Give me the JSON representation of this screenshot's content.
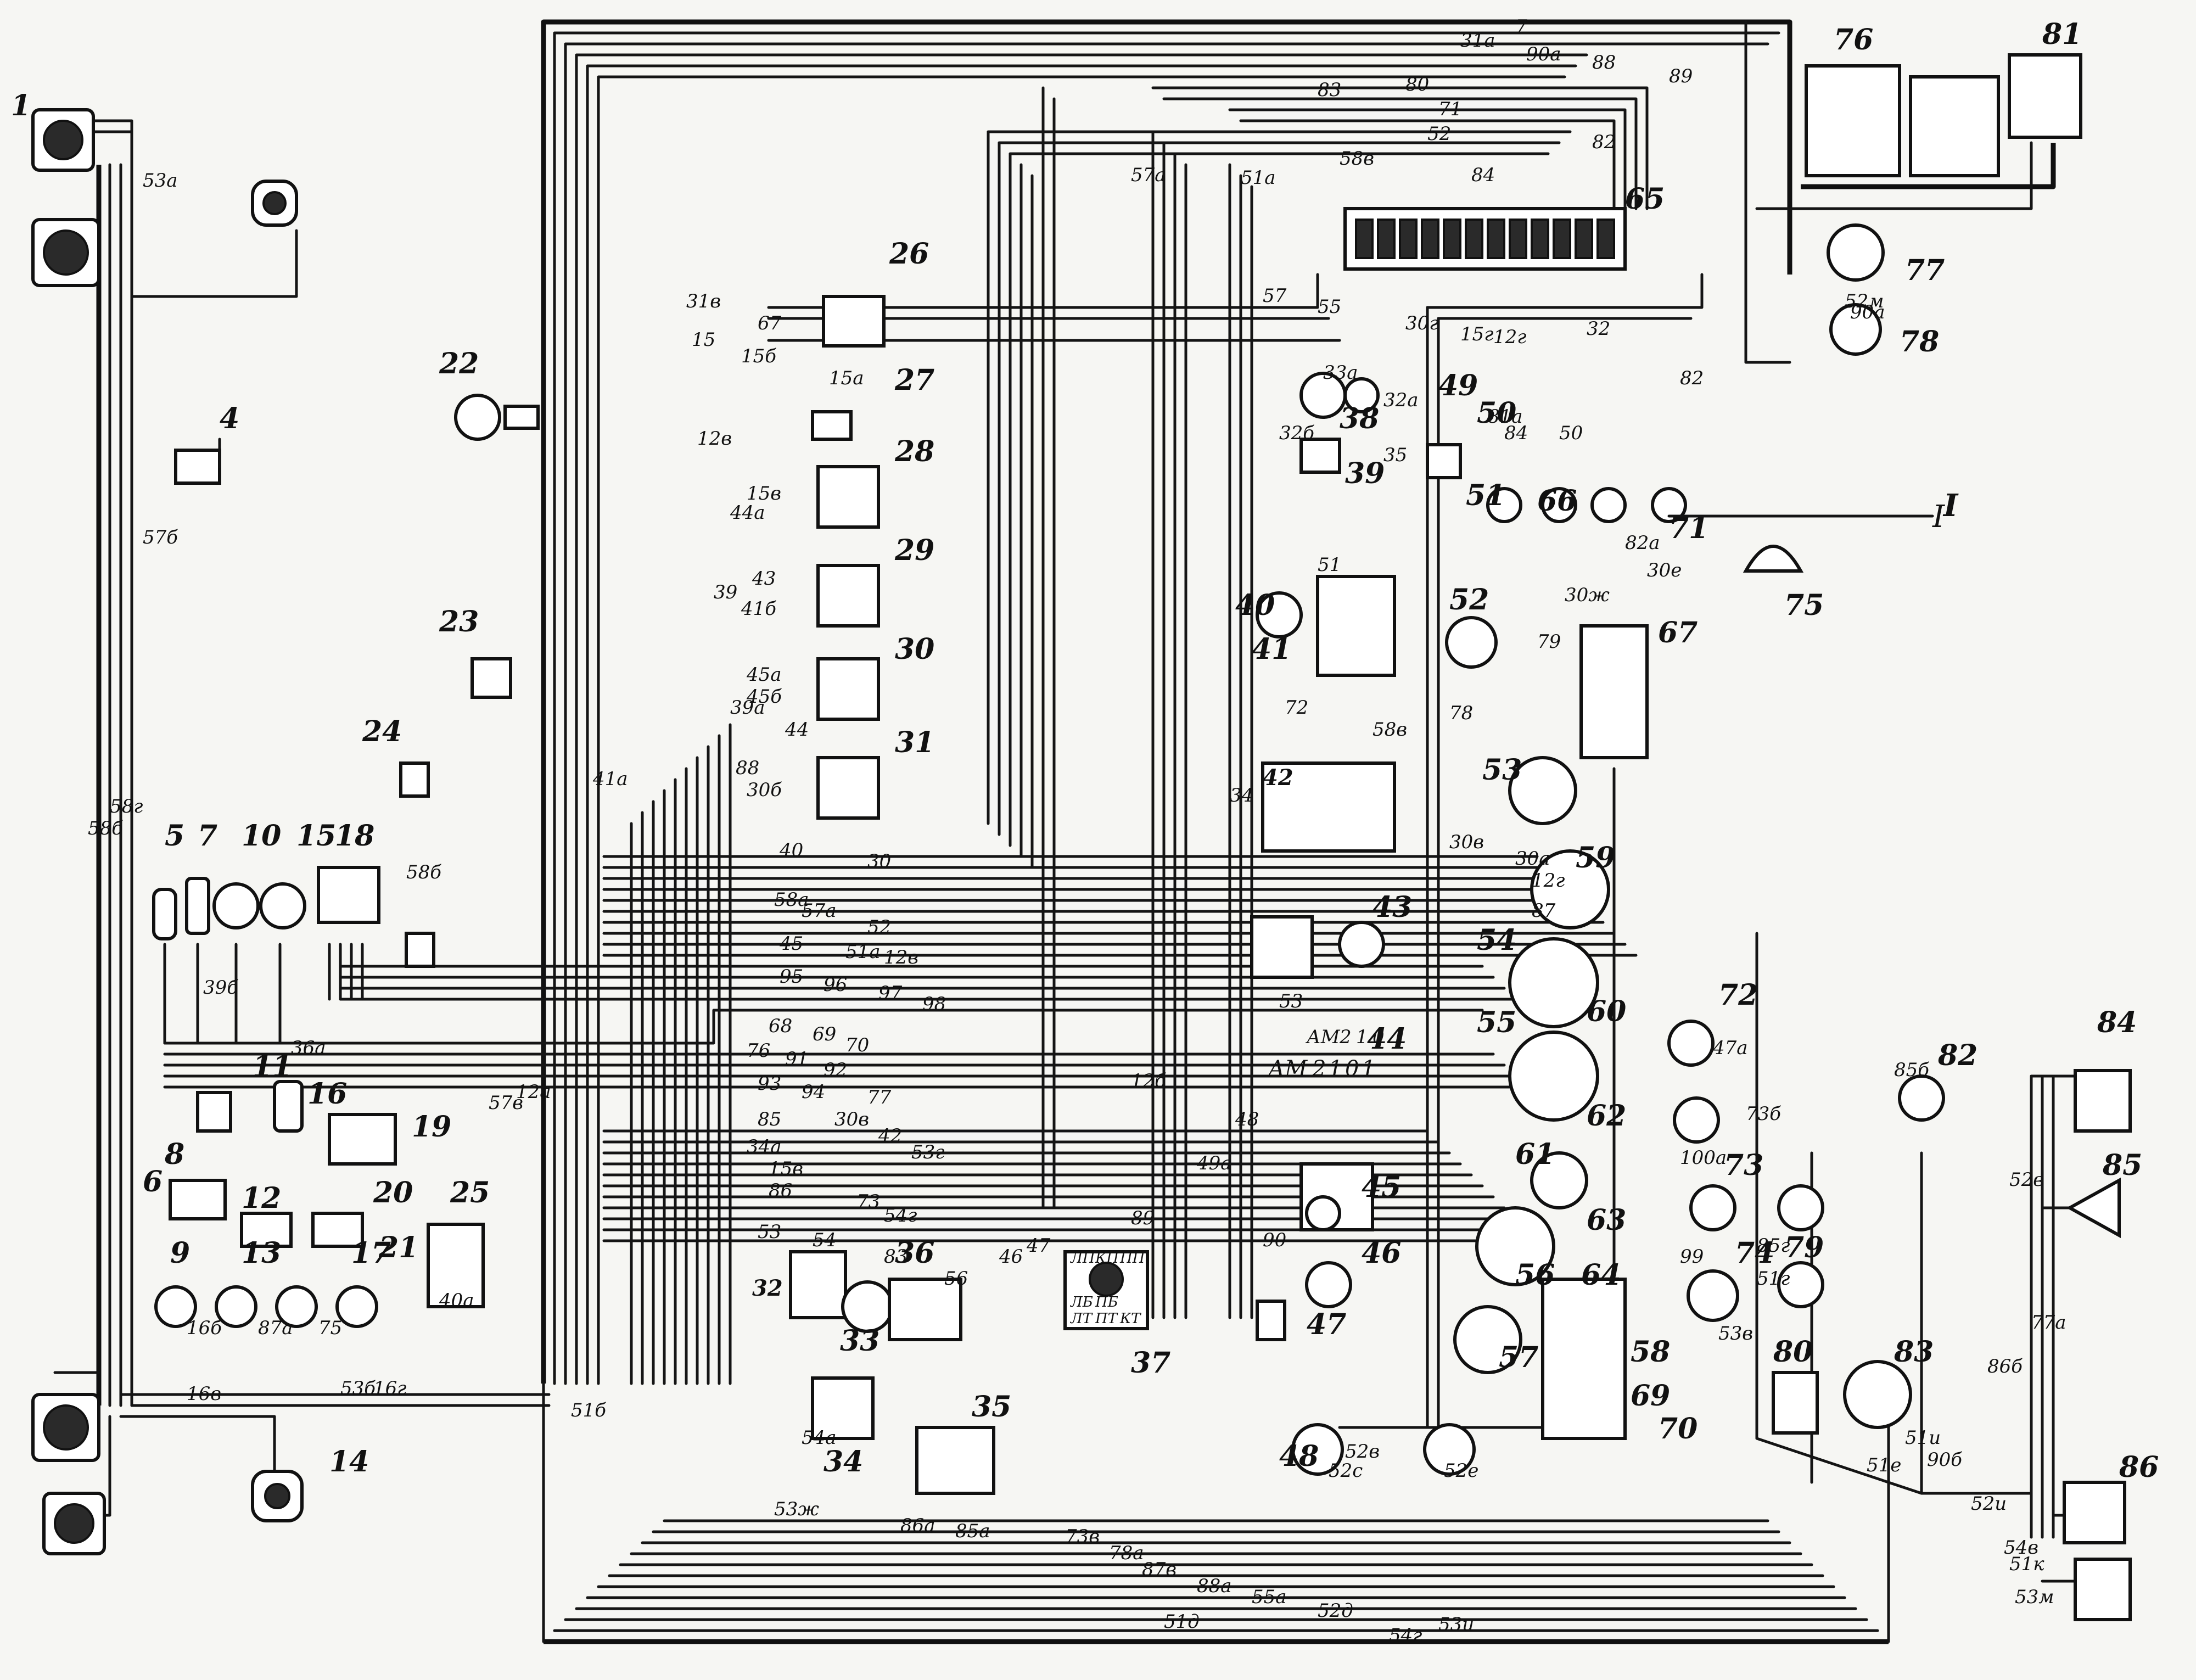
{
  "diagram": {
    "components": [
      {
        "id": "n1",
        "label": "1"
      },
      {
        "id": "n4",
        "label": "4"
      },
      {
        "id": "n5",
        "label": "5"
      },
      {
        "id": "n6",
        "label": "6"
      },
      {
        "id": "n7",
        "label": "7"
      },
      {
        "id": "n8",
        "label": "8"
      },
      {
        "id": "n9",
        "label": "9"
      },
      {
        "id": "n10",
        "label": "10"
      },
      {
        "id": "n11",
        "label": "11"
      },
      {
        "id": "n12",
        "label": "12"
      },
      {
        "id": "n13",
        "label": "13"
      },
      {
        "id": "n14",
        "label": "14"
      },
      {
        "id": "n15",
        "label": "15"
      },
      {
        "id": "n16",
        "label": "16"
      },
      {
        "id": "n17",
        "label": "17"
      },
      {
        "id": "n18",
        "label": "18"
      },
      {
        "id": "n19",
        "label": "19"
      },
      {
        "id": "n20",
        "label": "20"
      },
      {
        "id": "n21",
        "label": "21"
      },
      {
        "id": "n22",
        "label": "22"
      },
      {
        "id": "n23",
        "label": "23"
      },
      {
        "id": "n24",
        "label": "24"
      },
      {
        "id": "n25",
        "label": "25"
      },
      {
        "id": "n26",
        "label": "26"
      },
      {
        "id": "n27",
        "label": "27"
      },
      {
        "id": "n28",
        "label": "28"
      },
      {
        "id": "n29",
        "label": "29"
      },
      {
        "id": "n30",
        "label": "30"
      },
      {
        "id": "n31",
        "label": "31"
      },
      {
        "id": "n32",
        "label": "32"
      },
      {
        "id": "n33",
        "label": "33"
      },
      {
        "id": "n34",
        "label": "34"
      },
      {
        "id": "n35",
        "label": "35"
      },
      {
        "id": "n36",
        "label": "36"
      },
      {
        "id": "n37",
        "label": "37"
      },
      {
        "id": "n38",
        "label": "38"
      },
      {
        "id": "n39",
        "label": "39"
      },
      {
        "id": "n40",
        "label": "40"
      },
      {
        "id": "n41",
        "label": "41"
      },
      {
        "id": "n42",
        "label": "42"
      },
      {
        "id": "n43",
        "label": "43"
      },
      {
        "id": "n44",
        "label": "44"
      },
      {
        "id": "n45",
        "label": "45"
      },
      {
        "id": "n46",
        "label": "46"
      },
      {
        "id": "n47",
        "label": "47"
      },
      {
        "id": "n48",
        "label": "48"
      },
      {
        "id": "n49",
        "label": "49"
      },
      {
        "id": "n50",
        "label": "50"
      },
      {
        "id": "n51",
        "label": "51"
      },
      {
        "id": "n52",
        "label": "52"
      },
      {
        "id": "n53",
        "label": "53"
      },
      {
        "id": "n54",
        "label": "54"
      },
      {
        "id": "n55",
        "label": "55"
      },
      {
        "id": "n56",
        "label": "56"
      },
      {
        "id": "n57",
        "label": "57"
      },
      {
        "id": "n58",
        "label": "58"
      },
      {
        "id": "n59",
        "label": "59"
      },
      {
        "id": "n60",
        "label": "60"
      },
      {
        "id": "n61",
        "label": "61"
      },
      {
        "id": "n62",
        "label": "62"
      },
      {
        "id": "n63",
        "label": "63"
      },
      {
        "id": "n64",
        "label": "64"
      },
      {
        "id": "n65",
        "label": "65"
      },
      {
        "id": "n66",
        "label": "66"
      },
      {
        "id": "n67",
        "label": "67"
      },
      {
        "id": "n69",
        "label": "69"
      },
      {
        "id": "n70",
        "label": "70"
      },
      {
        "id": "n71",
        "label": "71"
      },
      {
        "id": "n72",
        "label": "72"
      },
      {
        "id": "n73",
        "label": "73"
      },
      {
        "id": "n74",
        "label": "74"
      },
      {
        "id": "n75",
        "label": "75"
      },
      {
        "id": "n76",
        "label": "76"
      },
      {
        "id": "n77",
        "label": "77"
      },
      {
        "id": "n78",
        "label": "78"
      },
      {
        "id": "n79",
        "label": "79"
      },
      {
        "id": "n80",
        "label": "80"
      },
      {
        "id": "n81",
        "label": "81"
      },
      {
        "id": "n82",
        "label": "82"
      },
      {
        "id": "n83",
        "label": "83"
      },
      {
        "id": "n84",
        "label": "84"
      },
      {
        "id": "n85",
        "label": "85"
      },
      {
        "id": "n86",
        "label": "86"
      },
      {
        "id": "nI",
        "label": "I"
      }
    ],
    "wire_labels": [
      "7",
      "31а",
      "90а",
      "88",
      "89",
      "83",
      "80",
      "71",
      "52",
      "82",
      "58в",
      "57а",
      "51а",
      "84",
      "31в",
      "67",
      "15",
      "15б",
      "15а",
      "12в",
      "15в",
      "44а",
      "43",
      "39",
      "41б",
      "45а",
      "45б",
      "39а",
      "44",
      "88",
      "30б",
      "40",
      "30",
      "58а",
      "57а",
      "52",
      "45",
      "51а",
      "12в",
      "95",
      "96",
      "97",
      "98",
      "68",
      "69",
      "70",
      "76",
      "91",
      "92",
      "93",
      "94",
      "77",
      "85",
      "30в",
      "42",
      "53г",
      "15в",
      "86",
      "73",
      "54г",
      "53",
      "54",
      "83",
      "56",
      "46",
      "47",
      "89",
      "49а",
      "48",
      "51",
      "57",
      "55",
      "30г",
      "15г",
      "12г",
      "32",
      "33а",
      "32а",
      "32б",
      "35",
      "82",
      "84",
      "50",
      "81а",
      "82а",
      "30е",
      "30ж",
      "79",
      "78",
      "58в",
      "30в",
      "30а",
      "12г",
      "87",
      "53",
      "90",
      "90а",
      "52м",
      "52е",
      "52с",
      "52в",
      "54г",
      "53ж",
      "73в",
      "86а",
      "85а",
      "78а",
      "87в",
      "88а",
      "55а",
      "52д",
      "51д",
      "53и",
      "51е",
      "51и",
      "52и",
      "54в",
      "51к",
      "53м",
      "52в",
      "90б",
      "77а",
      "86б",
      "85б",
      "73б",
      "100а",
      "85г",
      "99",
      "51г",
      "53в",
      "51б",
      "54а",
      "53б",
      "16г",
      "16в",
      "16б",
      "87а",
      "75",
      "39б",
      "36а",
      "58б",
      "34а",
      "53а",
      "57б",
      "58б",
      "58г",
      "57в",
      "12а",
      "12б",
      "40а",
      "41а",
      "72",
      "47а",
      "34",
      "АМ",
      "2",
      "1",
      "0",
      "I"
    ],
    "fuse_block_label": "65",
    "ignition_switch_positions": [
      "АМ",
      "2",
      "1",
      "0",
      "1"
    ],
    "switch_terminals": [
      "ЛП",
      "КП",
      "ПП",
      "ЛБ",
      "ПБ",
      "ЛТ",
      "ПТ",
      "КТ"
    ]
  }
}
